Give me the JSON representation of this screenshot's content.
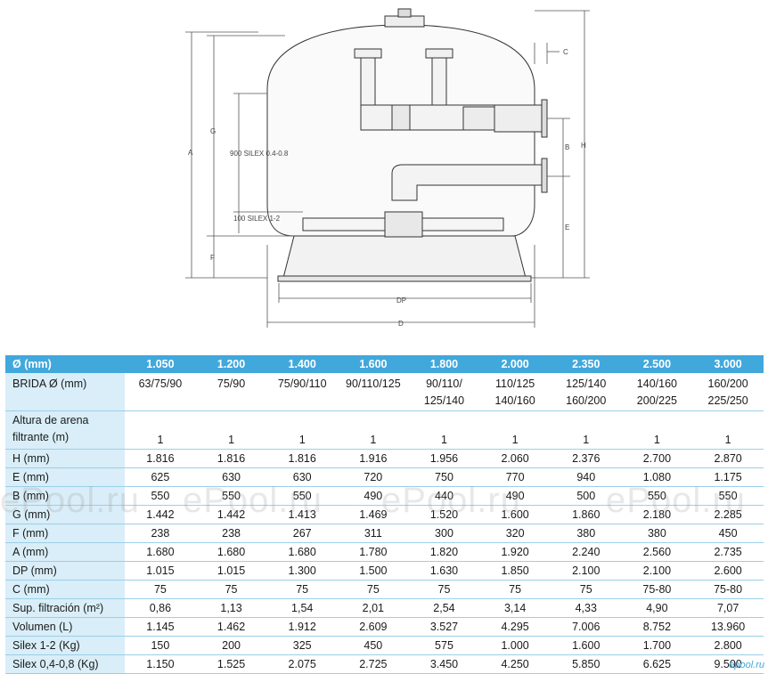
{
  "diagram": {
    "labels": {
      "C": "C",
      "B": "B",
      "H": "H",
      "E": "E",
      "A": "A",
      "G": "G",
      "F": "F",
      "DP": "DP",
      "D": "D",
      "silex_top": "900 SILEX 0.4-0.8",
      "silex_bottom": "100 SILEX 1-2"
    }
  },
  "table": {
    "header_label": "Ø (mm)",
    "sizes": [
      "1.050",
      "1.200",
      "1.400",
      "1.600",
      "1.800",
      "2.000",
      "2.350",
      "2.500",
      "3.000"
    ],
    "brida": {
      "label": "BRIDA Ø (mm)",
      "line1": [
        "63/75/90",
        "75/90",
        "75/90/110",
        "90/110/125",
        "90/110/",
        "110/125",
        "125/140",
        "140/160",
        "160/200"
      ],
      "line2": [
        "",
        "",
        "",
        "",
        "125/140",
        "140/160",
        "160/200",
        "200/225",
        "225/250"
      ]
    },
    "arena": {
      "label_line1": "Altura de arena",
      "label_line2": "filtrante (m)",
      "values": [
        "1",
        "1",
        "1",
        "1",
        "1",
        "1",
        "1",
        "1",
        "1"
      ]
    },
    "rows": [
      {
        "label": "H (mm)",
        "values": [
          "1.816",
          "1.816",
          "1.816",
          "1.916",
          "1.956",
          "2.060",
          "2.376",
          "2.700",
          "2.870"
        ]
      },
      {
        "label": "E (mm)",
        "values": [
          "625",
          "630",
          "630",
          "720",
          "750",
          "770",
          "940",
          "1.080",
          "1.175"
        ]
      },
      {
        "label": "B (mm)",
        "values": [
          "550",
          "550",
          "550",
          "490",
          "440",
          "490",
          "500",
          "550",
          "550"
        ]
      },
      {
        "label": "G (mm)",
        "values": [
          "1.442",
          "1.442",
          "1.413",
          "1.469",
          "1.520",
          "1.600",
          "1.860",
          "2.180",
          "2.285"
        ]
      },
      {
        "label": "F (mm)",
        "values": [
          "238",
          "238",
          "267",
          "311",
          "300",
          "320",
          "380",
          "380",
          "450"
        ]
      },
      {
        "label": "A (mm)",
        "values": [
          "1.680",
          "1.680",
          "1.680",
          "1.780",
          "1.820",
          "1.920",
          "2.240",
          "2.560",
          "2.735"
        ]
      },
      {
        "label": "DP (mm)",
        "values": [
          "1.015",
          "1.015",
          "1.300",
          "1.500",
          "1.630",
          "1.850",
          "2.100",
          "2.100",
          "2.600"
        ]
      },
      {
        "label": "C (mm)",
        "values": [
          "75",
          "75",
          "75",
          "75",
          "75",
          "75",
          "75",
          "75-80",
          "75-80"
        ]
      },
      {
        "label": "Sup. filtración (m²)",
        "values": [
          "0,86",
          "1,13",
          "1,54",
          "2,01",
          "2,54",
          "3,14",
          "4,33",
          "4,90",
          "7,07"
        ]
      },
      {
        "label": "Volumen (L)",
        "values": [
          "1.145",
          "1.462",
          "1.912",
          "2.609",
          "3.527",
          "4.295",
          "7.006",
          "8.752",
          "13.960"
        ]
      },
      {
        "label": "Silex 1-2 (Kg)",
        "values": [
          "150",
          "200",
          "325",
          "450",
          "575",
          "1.000",
          "1.600",
          "1.700",
          "2.800"
        ]
      },
      {
        "label": "Silex 0,4-0,8 (Kg)",
        "values": [
          "1.150",
          "1.525",
          "2.075",
          "2.725",
          "3.450",
          "4.250",
          "5.850",
          "6.625",
          "9.500"
        ]
      }
    ]
  },
  "watermarks": [
    "ePool.ru",
    "ePool.ru",
    "ePool.ru",
    "ePool.ru"
  ],
  "logo": "epool.ru",
  "colors": {
    "header_bg": "#41a8dc",
    "label_bg": "#d9eef8",
    "row_line": "#9ccfe8"
  }
}
